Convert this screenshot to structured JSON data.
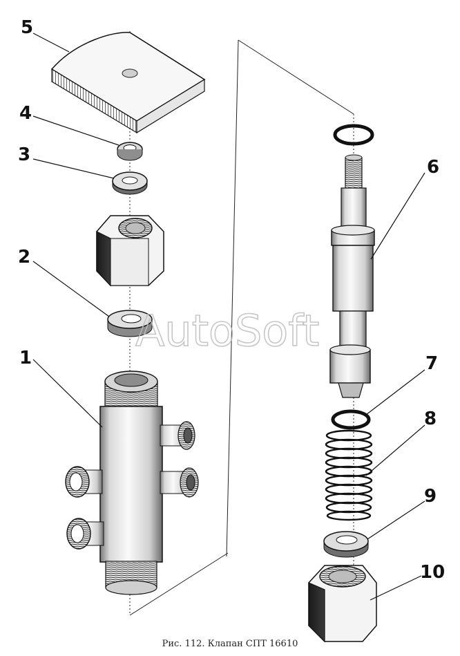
{
  "figure": {
    "caption": "Рис. 112. Клапан СПТ 16610",
    "watermark": "AutoSoft"
  },
  "callouts": [
    {
      "id": "1",
      "text": "1"
    },
    {
      "id": "2",
      "text": "2"
    },
    {
      "id": "3",
      "text": "3"
    },
    {
      "id": "4",
      "text": "4"
    },
    {
      "id": "5",
      "text": "5"
    },
    {
      "id": "6",
      "text": "6"
    },
    {
      "id": "7",
      "text": "7"
    },
    {
      "id": "8",
      "text": "8"
    },
    {
      "id": "9",
      "text": "9"
    },
    {
      "id": "10",
      "text": "10"
    }
  ],
  "colors": {
    "ink": "#111111",
    "dark_fill": "#222222",
    "mid_fill": "#9a9a9a",
    "light_fill": "#f2f2f2",
    "watermark": "#bdbdbd"
  }
}
